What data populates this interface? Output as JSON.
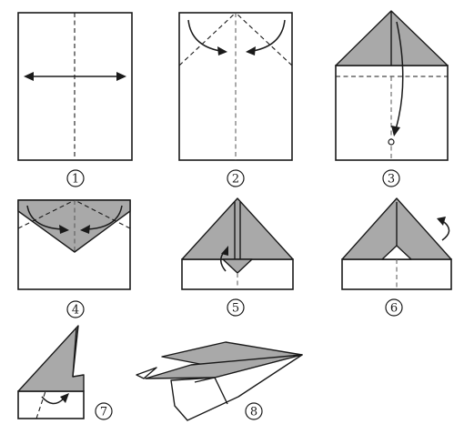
{
  "steps": [
    {
      "label": "1"
    },
    {
      "label": "2"
    },
    {
      "label": "3"
    },
    {
      "label": "4"
    },
    {
      "label": "5"
    },
    {
      "label": "6"
    },
    {
      "label": "7"
    },
    {
      "label": "8"
    }
  ],
  "colors": {
    "folded_paper": "#a9a9a9",
    "line": "#1a1a1a",
    "background": "#ffffff"
  }
}
